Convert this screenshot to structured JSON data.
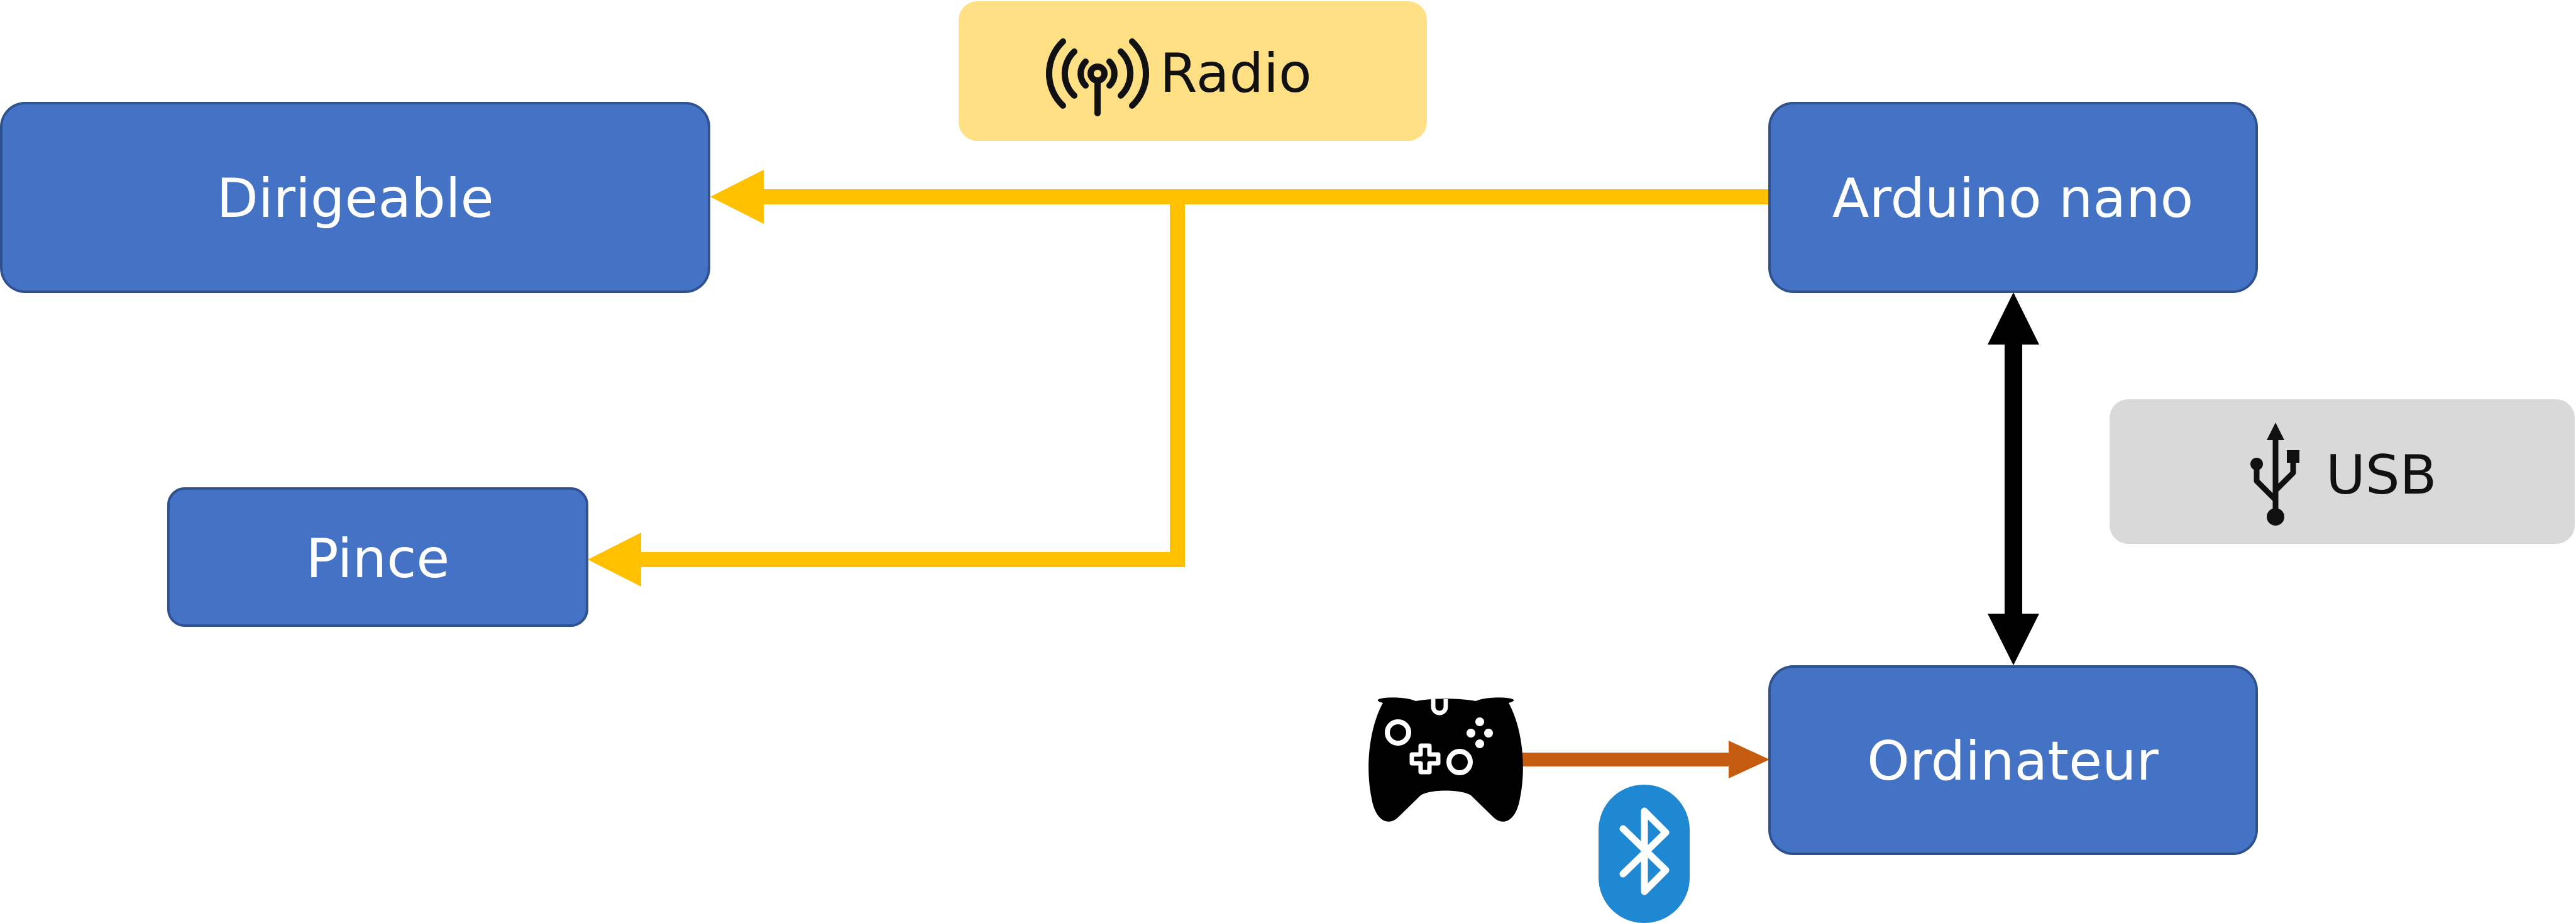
{
  "nodes": {
    "dirigeable": "Dirigeable",
    "pince": "Pince",
    "arduino": "Arduino nano",
    "ordinateur": "Ordinateur"
  },
  "badges": {
    "radio": "Radio",
    "usb": "USB"
  },
  "colors": {
    "node_fill": "#4472C4",
    "node_stroke": "#2F528F",
    "radio_link": "#FFC000",
    "radio_badge_bg": "#FFE085",
    "usb_badge_bg": "#D9D9D9",
    "usb_link": "#000000",
    "bluetooth_link": "#C55A11",
    "bluetooth_badge": "#1E88D2"
  },
  "icons": {
    "radio": "radio-antenna-icon",
    "usb": "usb-icon",
    "gamepad": "gamepad-icon",
    "bluetooth": "bluetooth-icon"
  }
}
